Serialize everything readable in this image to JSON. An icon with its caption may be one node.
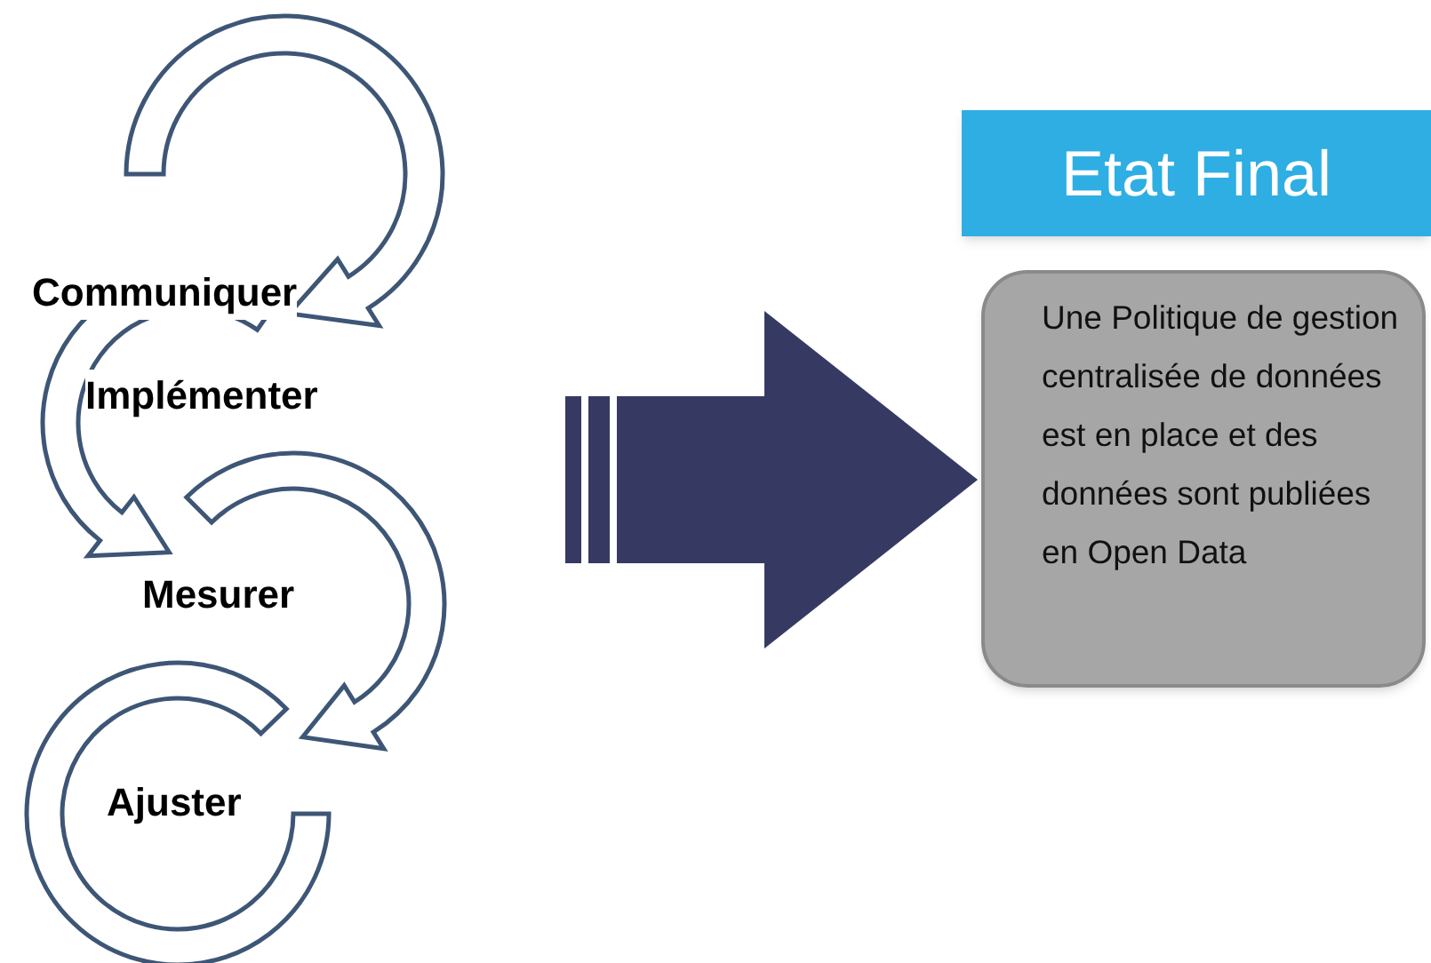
{
  "diagram": {
    "nodes": [
      {
        "text": [
          "Etat Final"
        ]
      },
      {
        "text": [
          "Une Politique de gestion centralisée de données est en place et des données sont publiées en Open Data"
        ]
      }
    ],
    "edges": [
      {
        "from": null,
        "to": 1,
        "arrow": "to",
        "style": "thick"
      }
    ],
    "labels": [
      "Communiquer",
      "Implémenter",
      "Mesurer",
      "Ajuster"
    ]
  }
}
